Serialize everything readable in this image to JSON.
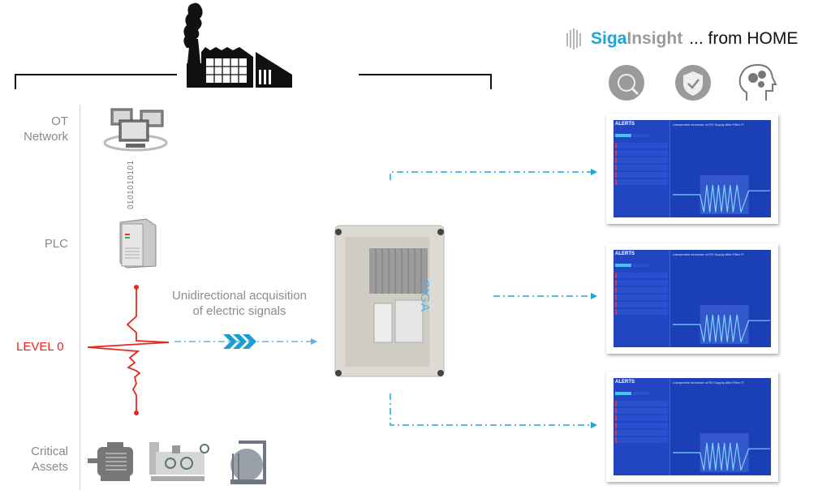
{
  "header": {
    "brand_siga": "Siga",
    "brand_insight": "Insight",
    "tagline": "... from HOME",
    "icons": [
      "analytics-magnifier-icon",
      "shield-check-icon",
      "head-gears-icon"
    ]
  },
  "levels": {
    "ot_network": "OT\nNetwork",
    "plc": "PLC",
    "level0": "LEVEL 0",
    "critical_assets": "Critical\nAssets"
  },
  "binary_stream": "0101010101",
  "acquisition_caption": "Unidirectional acquisition\nof electric signals",
  "device_label": "SIGA",
  "dashboards": [
    {
      "app_title": "ALERTS",
      "alert_title": "Unexpected decrease of RO Supply After Filter FI"
    },
    {
      "app_title": "ALERTS",
      "alert_title": "Unexpected decrease of RO Supply After Filter FI"
    },
    {
      "app_title": "ALERTS",
      "alert_title": "Unexpected decrease of RO Supply After Filter FI"
    }
  ],
  "colors": {
    "accent_blue": "#1ba5d8",
    "signal_red": "#e8261f",
    "dashboard_blue": "#1b3fb5"
  }
}
